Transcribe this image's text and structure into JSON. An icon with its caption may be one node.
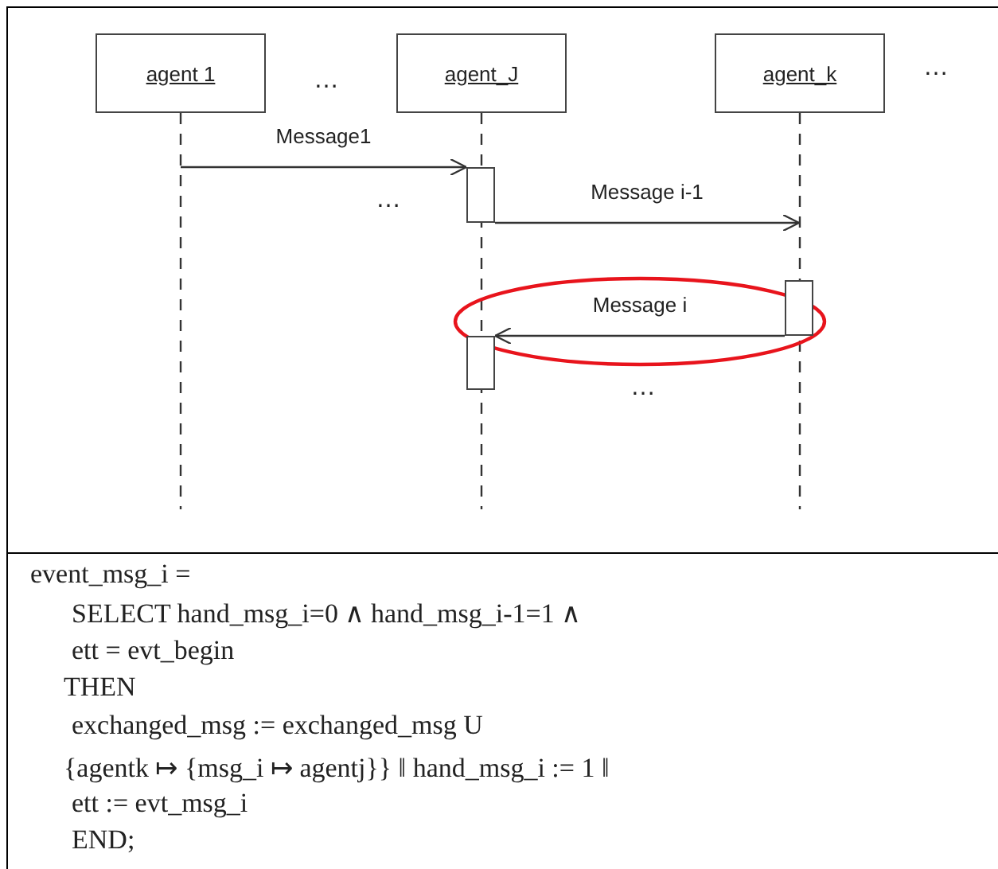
{
  "diagram": {
    "nodes": [
      {
        "text": [
          "agent 1"
        ]
      },
      {
        "text": [
          "agent_J"
        ]
      },
      {
        "text": [
          "agent_k"
        ]
      },
      {
        "text": [],
        "shape": "bar"
      },
      {
        "text": [],
        "shape": "bar"
      },
      {
        "text": [],
        "shape": "bar"
      }
    ],
    "edges": [
      {
        "from": 0,
        "to": null,
        "arrow": "none",
        "style": "dashed"
      },
      {
        "from": 1,
        "to": null,
        "arrow": "none",
        "style": "dashed"
      },
      {
        "from": 2,
        "to": null,
        "arrow": "none",
        "style": "dashed"
      },
      {
        "from": 0,
        "to": 3,
        "arrow": "to",
        "label": "Message1"
      },
      {
        "from": 3,
        "to": null,
        "arrow": "to",
        "label": "Message i-1"
      },
      {
        "from": 4,
        "to": 5,
        "arrow": "to",
        "label": "Message i"
      }
    ],
    "labels": [
      "…",
      "…",
      "…",
      "…",
      "event_msg_i =",
      "SELECT hand_msg_i=0 ∧  hand_msg_i-1=1 ∧",
      "ett = evt_begin",
      "THEN",
      "exchanged_msg := exchanged_msg U",
      "{agentk ↦ {msg_i ↦ agentj}} ‖  hand_msg_i := 1 ‖",
      "ett := evt_msg_i",
      "END;"
    ]
  }
}
